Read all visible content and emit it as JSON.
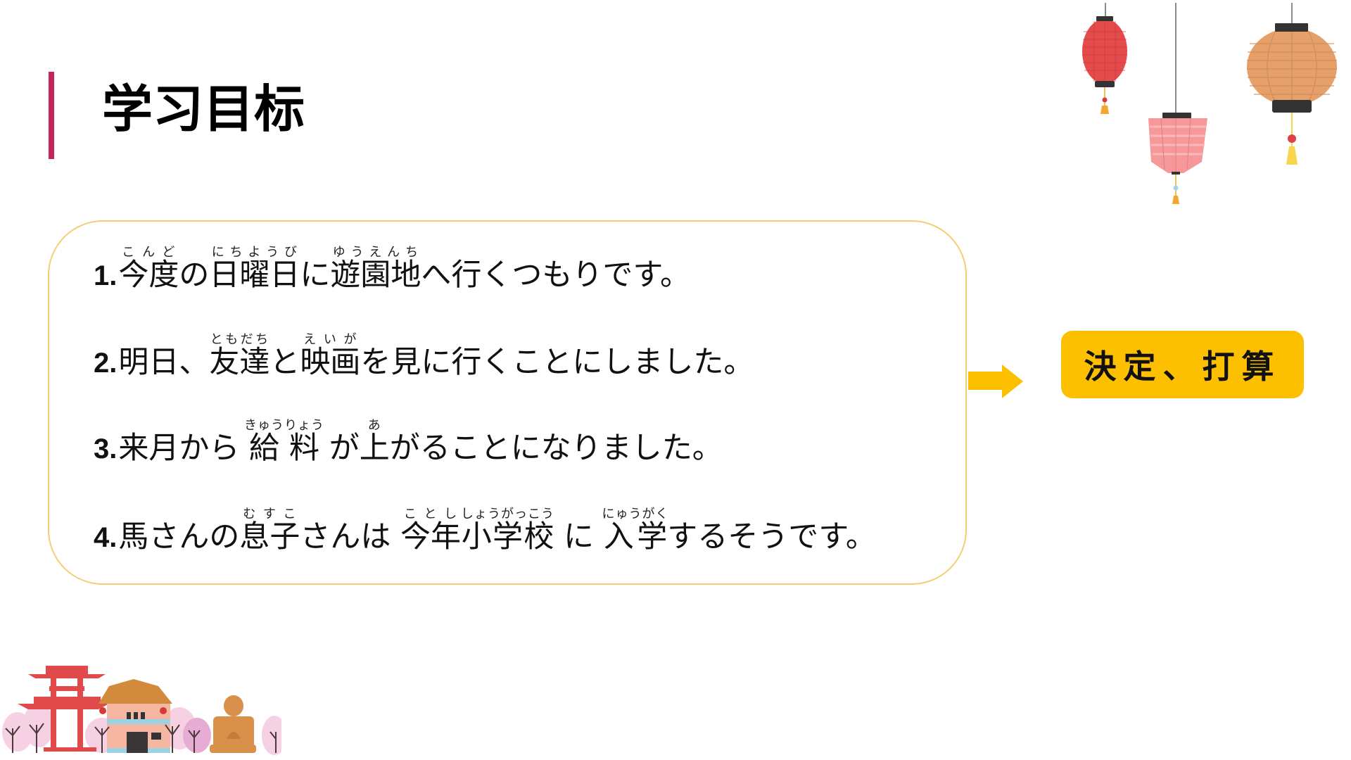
{
  "slide": {
    "title": "学习目标",
    "accent_color": "#c4245a",
    "card_border_color": "#f3cf74",
    "sentences": [
      {
        "number": "1.",
        "segments": [
          {
            "base": "今度",
            "ruby": "こんど"
          },
          {
            "text": "の"
          },
          {
            "base": "日曜日",
            "ruby": "にちようび"
          },
          {
            "text": "に"
          },
          {
            "base": "遊園地",
            "ruby": "ゆうえんち"
          },
          {
            "text": "へ行くつもりです。"
          }
        ]
      },
      {
        "number": "2.",
        "segments": [
          {
            "text": "明日、"
          },
          {
            "base": "友達",
            "ruby": "ともだち"
          },
          {
            "text": "と"
          },
          {
            "base": "映画",
            "ruby": "えいが"
          },
          {
            "text": "を見に行くことにしました。"
          }
        ]
      },
      {
        "number": "3.",
        "segments": [
          {
            "text": "来月から "
          },
          {
            "base": "給料",
            "ruby": "きゅうりょう"
          },
          {
            "text": " が"
          },
          {
            "base": "上",
            "ruby": "あ"
          },
          {
            "text": "がることになりました。"
          }
        ]
      },
      {
        "number": "4.",
        "segments": [
          {
            "text": "馬さんの"
          },
          {
            "base": "息子",
            "ruby": "むすこ"
          },
          {
            "text": "さんは "
          },
          {
            "base": "今年",
            "ruby": "ことし"
          },
          {
            "base": "小学校",
            "ruby": "しょうがっこう"
          },
          {
            "text": " に "
          },
          {
            "base": "入学",
            "ruby": "にゅうがく"
          },
          {
            "text": "するそうです。"
          }
        ]
      }
    ],
    "answer": {
      "label": "決定、打算",
      "background_color": "#fdc000"
    },
    "arrow_color": "#fdc000",
    "decorations": {
      "top_right": "hanging-lanterns",
      "bottom_left": "temple-scene"
    }
  }
}
